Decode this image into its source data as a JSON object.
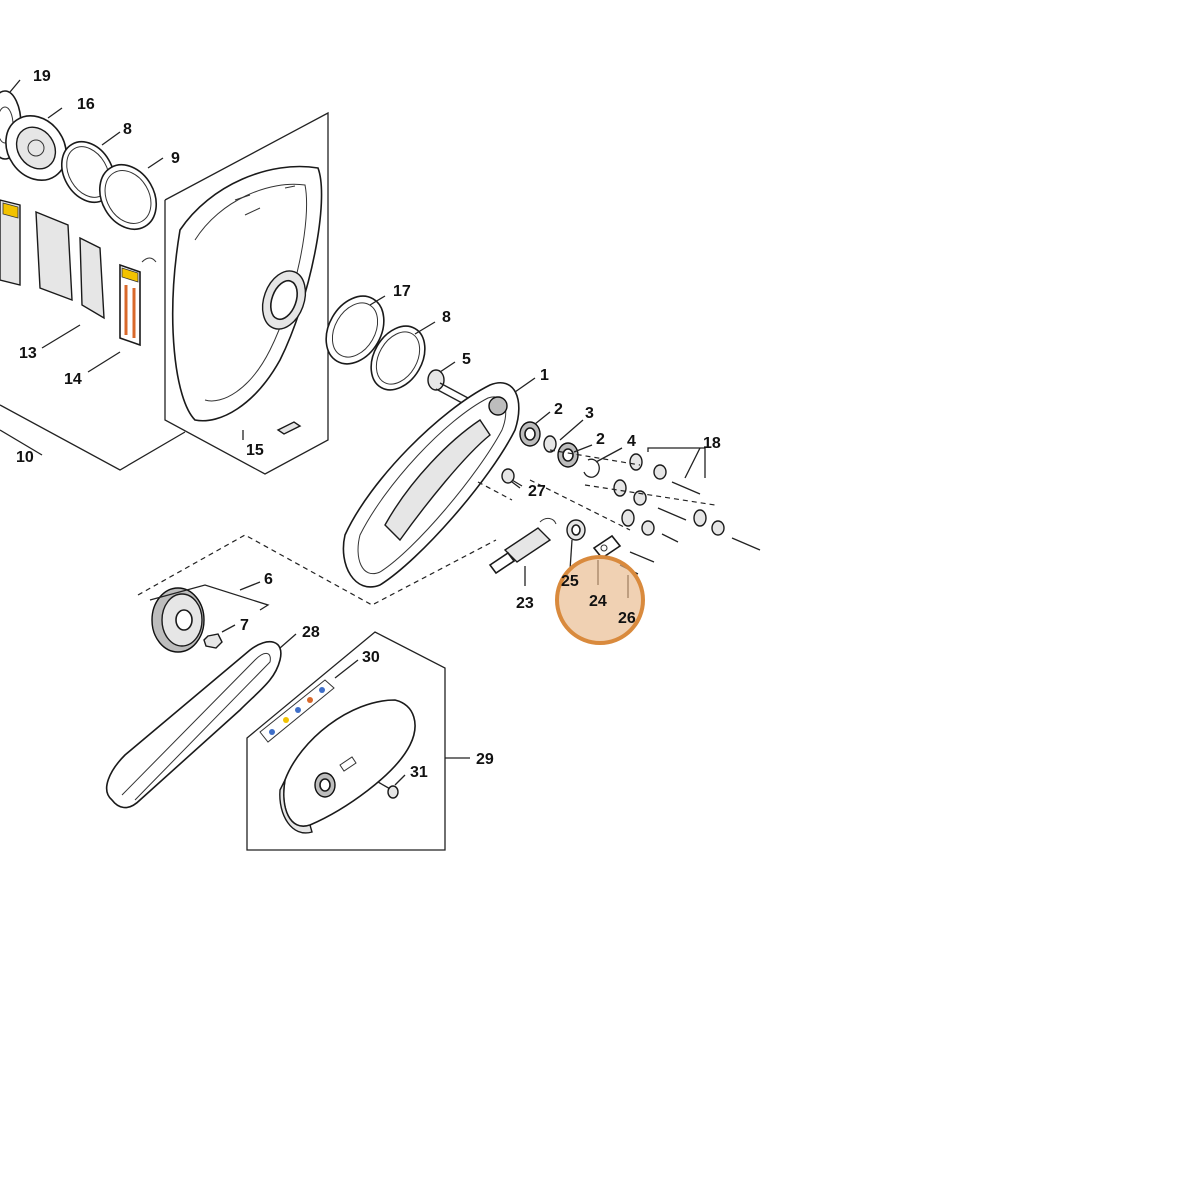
{
  "labels": {
    "p1": "1",
    "p2a": "2",
    "p2b": "2",
    "p3": "3",
    "p4": "4",
    "p5": "5",
    "p6": "6",
    "p7": "7",
    "p8a": "8",
    "p8b": "8",
    "p9": "9",
    "p10": "10",
    "p13": "13",
    "p14": "14",
    "p15": "15",
    "p16": "16",
    "p17": "17",
    "p18": "18",
    "p19": "19",
    "p23": "23",
    "p24": "24",
    "p25": "25",
    "p26": "26",
    "p27": "27",
    "p28": "28",
    "p29": "29",
    "p30": "30",
    "p31": "31"
  },
  "highlight": {
    "target": "24",
    "color": "#d98a3d"
  },
  "colors": {
    "line": "#222222",
    "highlight_fill": "#e8b98a",
    "warning_stripe": "#d9692b",
    "decal_blue": "#3f6fc8",
    "decal_yellow": "#f2c200"
  }
}
